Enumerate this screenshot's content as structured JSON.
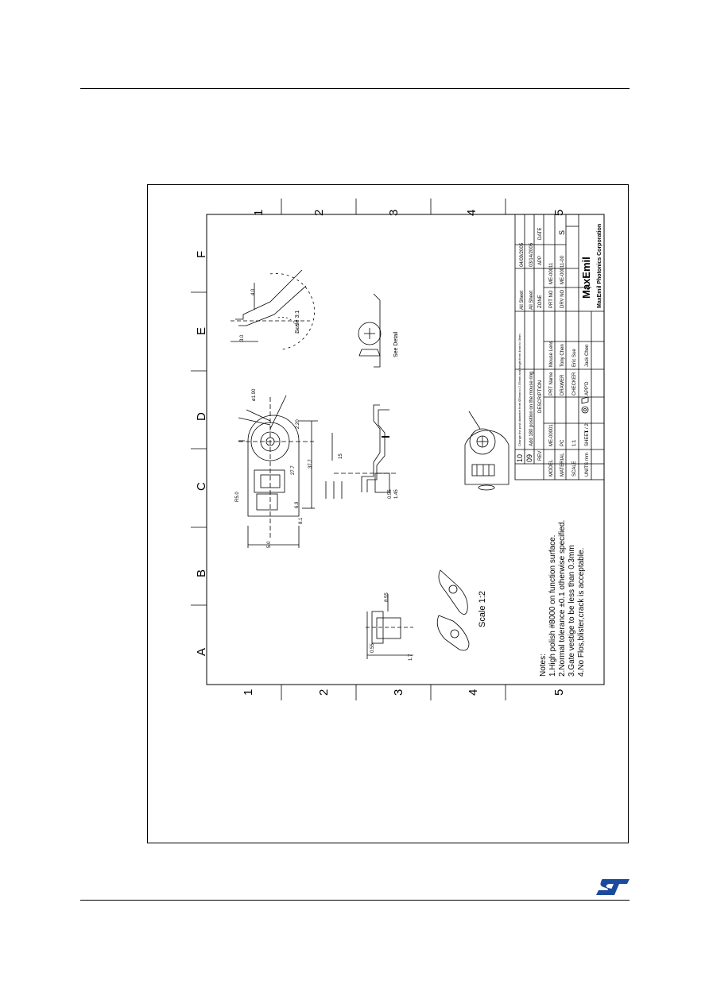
{
  "page": {
    "logo_text": "ST"
  },
  "drawing": {
    "zone_columns": [
      "A",
      "B",
      "C",
      "D",
      "E",
      "F"
    ],
    "zone_rows": [
      "1",
      "2",
      "3",
      "4",
      "5"
    ],
    "scale_labels": {
      "main": "Scale 3:1",
      "side": "Scale 1:2"
    },
    "detail_label": "See Detail",
    "notes": [
      "Notes:",
      "1.High polish #8000 on function surface.",
      "2.Normal tolerance ±0.1 otherwise specified.",
      "3.Gate vestige to be less than 0.3mm",
      "4.No Flos,blister,crack is acceptable."
    ],
    "dimensions": [
      "ø1.90",
      "2.20",
      "27.7",
      "37.7",
      "R5.0",
      "6.9",
      "8.1",
      "5.0",
      "1.45",
      "1.7",
      "15",
      "0.55",
      "3.0",
      "8.55",
      "4.0"
    ]
  },
  "title_block": {
    "revisions": [
      {
        "rev": "10",
        "description": "Change the post diameter from Ø3mm to 2.55mm and height from 4mm to 3mm",
        "zone": "All Sheet",
        "date": "04/09/2005"
      },
      {
        "rev": "09",
        "description": "Add 180 position on the mouse ring",
        "zone": "All Sheet",
        "date": "03/14/2005"
      }
    ],
    "headers": {
      "rev": "REV",
      "description": "DESCRIPTION",
      "zone": "ZONE",
      "app": "APP",
      "date": "DATE"
    },
    "rows": [
      {
        "k1": "MODEL",
        "v1": "ME-00001",
        "k2": "PRT Name",
        "v2": "Mouse Lens",
        "k3": "PRT NO",
        "v3": "ME-00011"
      },
      {
        "k1": "MATERIAL",
        "v1": "PC",
        "k2": "DRAWER",
        "v2": "Tony Chen",
        "k3": "DRV NO",
        "v3": "ME-00011-00",
        "v4": "S"
      },
      {
        "k1": "SCALE",
        "v1": "1:1",
        "k2": "CHECKER",
        "v2": "Eric Sue"
      },
      {
        "k1": "UNITS",
        "v1": "mm",
        "k1b": "SHEET",
        "v1b": "1 / 2",
        "k2": "APP'D",
        "v2": "Jack Chen"
      }
    ],
    "company": "MaxEmil",
    "company_full": "MaxEmil Photonics Corporation"
  }
}
